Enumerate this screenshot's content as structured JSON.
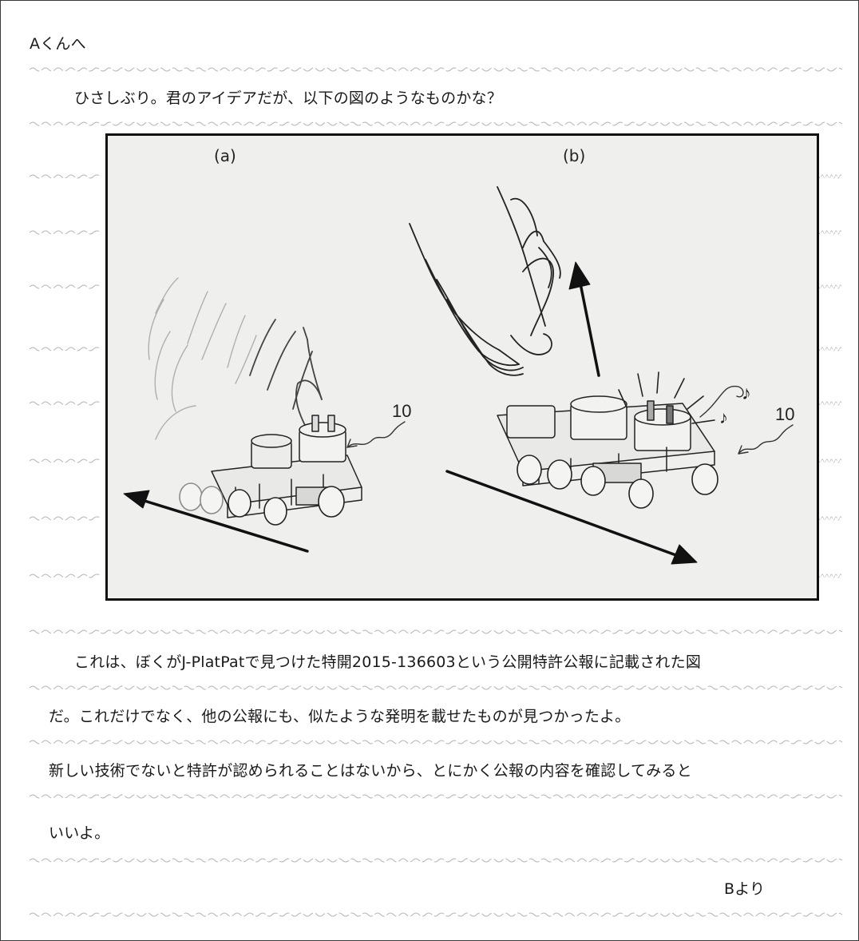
{
  "letter": {
    "salutation": "Aくんへ",
    "para1": "ひさしぶり。君のアイデアだが、以下の図のようなものかな？",
    "para2_line1": "これは、ぼくがJ-PlatPatで見つけた特開2015-136603という公開特許公報に記載された図",
    "para2_line2": "だ。これだけでなく、他の公報にも、似たような発明を載せたものが見つかったよ。",
    "para2_line3": "新しい技術でないと特許が認められることはないから、とにかく公報の内容を確認してみると",
    "para2_line4": "いいよ。",
    "signature": "Bより"
  },
  "figure": {
    "panel_a_label": "(a)",
    "panel_b_label": "(b)",
    "ref_a": "10",
    "ref_b": "10",
    "note_1": "♪",
    "note_2": "♪"
  }
}
